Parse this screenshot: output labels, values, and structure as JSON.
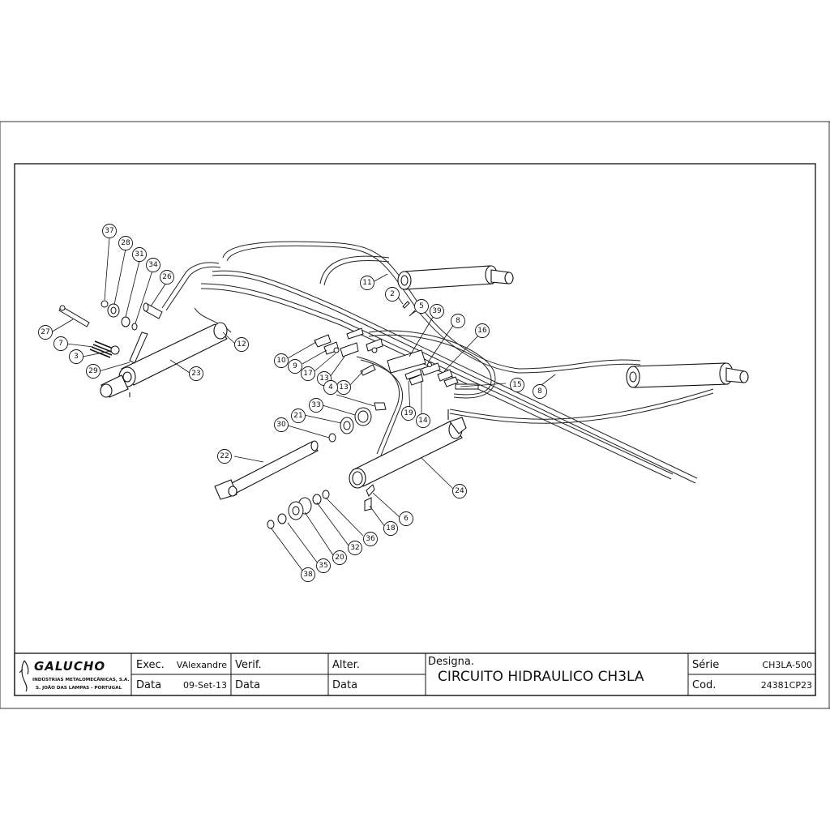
{
  "callouts": [
    {
      "n": "37",
      "label": "37"
    },
    {
      "n": "28",
      "label": "28"
    },
    {
      "n": "31",
      "label": "31"
    },
    {
      "n": "34",
      "label": "34"
    },
    {
      "n": "26",
      "label": "26"
    },
    {
      "n": "27",
      "label": "27"
    },
    {
      "n": "7",
      "label": "7"
    },
    {
      "n": "3",
      "label": "3"
    },
    {
      "n": "29",
      "label": "29"
    },
    {
      "n": "23",
      "label": "23"
    },
    {
      "n": "12",
      "label": "12"
    },
    {
      "n": "11",
      "label": "11"
    },
    {
      "n": "2",
      "label": "2"
    },
    {
      "n": "5",
      "label": "5"
    },
    {
      "n": "39",
      "label": "39"
    },
    {
      "n": "8a",
      "label": "8"
    },
    {
      "n": "16",
      "label": "16"
    },
    {
      "n": "10",
      "label": "10"
    },
    {
      "n": "9",
      "label": "9"
    },
    {
      "n": "17",
      "label": "17"
    },
    {
      "n": "13a",
      "label": "13"
    },
    {
      "n": "13b",
      "label": "13"
    },
    {
      "n": "15",
      "label": "15"
    },
    {
      "n": "8b",
      "label": "8"
    },
    {
      "n": "4",
      "label": "4"
    },
    {
      "n": "33",
      "label": "33"
    },
    {
      "n": "19",
      "label": "19"
    },
    {
      "n": "14",
      "label": "14"
    },
    {
      "n": "21",
      "label": "21"
    },
    {
      "n": "30",
      "label": "30"
    },
    {
      "n": "22",
      "label": "22"
    },
    {
      "n": "24",
      "label": "24"
    },
    {
      "n": "6",
      "label": "6"
    },
    {
      "n": "18",
      "label": "18"
    },
    {
      "n": "36",
      "label": "36"
    },
    {
      "n": "32",
      "label": "32"
    },
    {
      "n": "20",
      "label": "20"
    },
    {
      "n": "35",
      "label": "35"
    },
    {
      "n": "38",
      "label": "38"
    }
  ],
  "title_block": {
    "logo": {
      "brand": "GALUCHO",
      "company": "INDÚSTRIAS METALOMECÂNICAS, S.A.",
      "location": "S. JOÃO DAS LAMPAS - PORTUGAL"
    },
    "exec_label": "Exec.",
    "exec_value": "VAlexandre",
    "exec_date_label": "Data",
    "exec_date_value": "09-Set-13",
    "verif_label": "Verif.",
    "verif_date_label": "Data",
    "alter_label": "Alter.",
    "alter_date_label": "Data",
    "designation_label": "Designa.",
    "designation_value": "CIRCUITO HIDRAULICO CH3LA",
    "serie_label": "Série",
    "serie_value": "CH3LA-500",
    "cod_label": "Cod.",
    "cod_value": "24381CP23"
  }
}
